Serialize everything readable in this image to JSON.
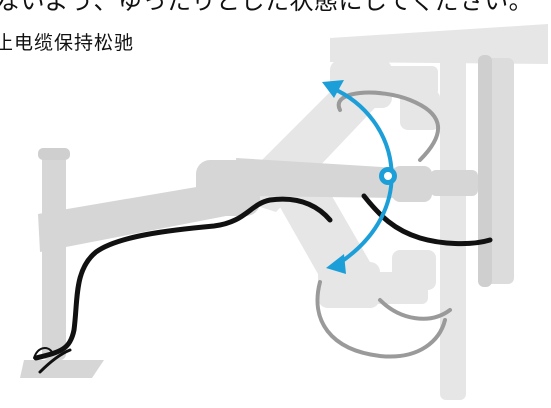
{
  "header": {
    "line_1": "ないよう、ゆったりとした状態にしてください。",
    "line_2": "止电缆保持松驰"
  },
  "colors": {
    "arm_light": "#d9d9d9",
    "arm_mid": "#cccccc",
    "arm_ghost": "#e8e8e8",
    "cable": "#111111",
    "cable_ghost": "#9a9a9a",
    "arrow": "#1c9fd8",
    "text": "#111111"
  },
  "icons": {
    "rotation_arrow": "double-headed-curved-arrow",
    "pivot": "pivot-dot"
  }
}
